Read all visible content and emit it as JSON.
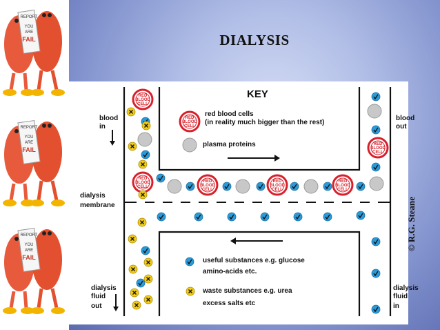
{
  "title": "DIALYSIS",
  "cartoon": {
    "report_text_line1": "REPORT",
    "report_text_line2": "YOU",
    "report_text_line3": "ARE",
    "report_text_line4": "FAIL"
  },
  "key": {
    "title": "KEY",
    "rbc_line1": "red blood cells",
    "rbc_line2": "(in reality much bigger than the rest)",
    "plasma": "plasma proteins",
    "useful_line1": "useful substances e.g. glucose",
    "useful_line2": "amino-acids etc.",
    "waste_line1": "waste substances e.g. urea",
    "waste_line2": "excess salts etc"
  },
  "labels": {
    "blood_in_1": "blood",
    "blood_in_2": "in",
    "blood_out_1": "blood",
    "blood_out_2": "out",
    "membrane_1": "dialysis",
    "membrane_2": "membrane",
    "fluid_out_1": "dialysis",
    "fluid_out_2": "fluid",
    "fluid_out_3": "out",
    "fluid_in_1": "dialysis",
    "fluid_in_2": "fluid",
    "fluid_in_3": "in"
  },
  "rbc_text": {
    "line1": "RED",
    "line2": "BLOOD",
    "line3": "CELL"
  },
  "credit": "© R.G. Steane",
  "colors": {
    "rbc_red": "#d8202a",
    "plasma_grey": "#c8c8c8",
    "useful_blue": "#2a9ad8",
    "waste_yellow": "#f2cc1a"
  }
}
